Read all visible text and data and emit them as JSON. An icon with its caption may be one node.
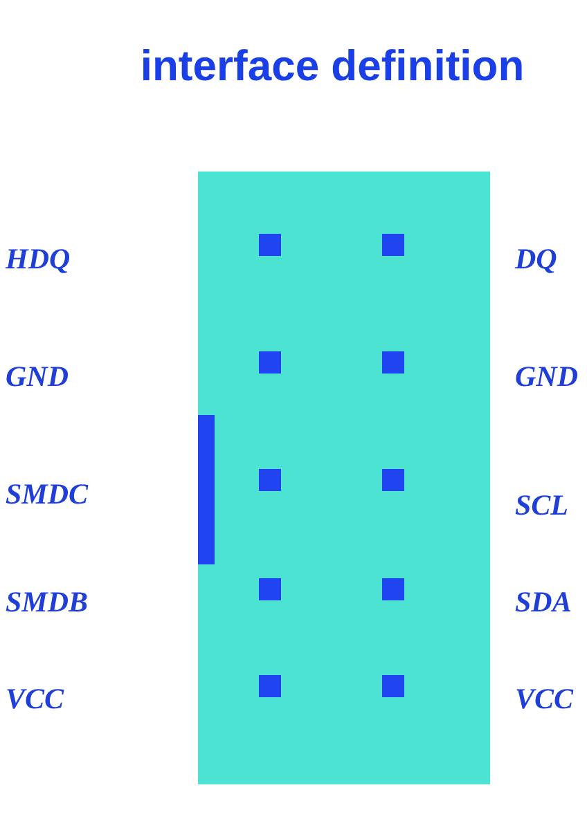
{
  "diagram": {
    "title": "interface definition",
    "nodes": [
      {
        "text": [],
        "shape": "box"
      },
      {
        "text": [],
        "shape": "box",
        "in": 0
      },
      {
        "text": [],
        "shape": "box",
        "in": 0
      },
      {
        "text": [],
        "shape": "box",
        "in": 0
      },
      {
        "text": [],
        "shape": "box",
        "in": 0
      },
      {
        "text": [],
        "shape": "box",
        "in": 0
      },
      {
        "text": [],
        "shape": "box",
        "in": 0
      },
      {
        "text": [],
        "shape": "box",
        "in": 0
      },
      {
        "text": [],
        "shape": "box",
        "in": 0
      },
      {
        "text": [],
        "shape": "box",
        "in": 0
      },
      {
        "text": [],
        "shape": "box",
        "in": 0
      }
    ],
    "labels": [
      "HDQ",
      "DQ",
      "GND",
      "GND",
      "SMDC",
      "SCL",
      "SMDB",
      "SDA",
      "VCC",
      "VCC"
    ]
  }
}
